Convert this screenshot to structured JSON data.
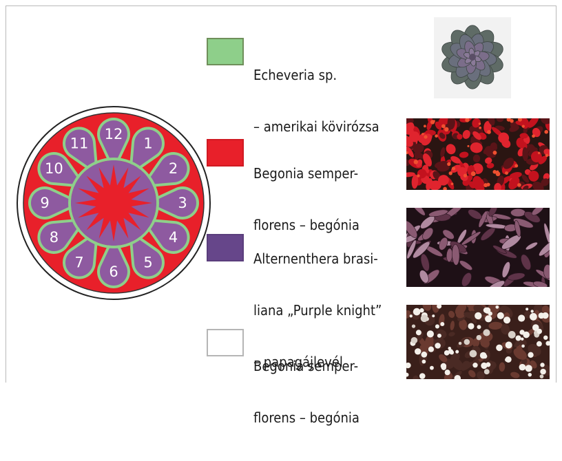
{
  "diagram": {
    "petal_numbers": [
      "1",
      "2",
      "3",
      "4",
      "5",
      "6",
      "7",
      "8",
      "9",
      "10",
      "11",
      "12"
    ]
  },
  "legend": [
    {
      "lines": [
        "Echeveria sp.",
        "– amerikai kövirózsa"
      ],
      "swatch_fill": "#8ecf8a",
      "swatch_border": "#6f8f5a",
      "photo_icon": "echeveria-photo"
    },
    {
      "lines": [
        "Begonia semper-",
        "florens – begónia"
      ],
      "swatch_fill": "#e8202a",
      "swatch_border": "#d01a22",
      "photo_icon": "red-begonia-photo"
    },
    {
      "lines": [
        "Alternenthera brasi-",
        "liana „Purple knight”",
        "– papagájlevél"
      ],
      "swatch_fill": "#66468a",
      "swatch_border": "#5a3e7c",
      "photo_icon": "alternanthera-photo"
    },
    {
      "lines": [
        "Begonia semper-",
        "florens – begónia"
      ],
      "swatch_fill": "#ffffff",
      "swatch_border": "#b5b5b5",
      "photo_icon": "white-begonia-photo"
    }
  ],
  "colors": {
    "green": "#8ecf8a",
    "red": "#e8202a",
    "purple": "#8e5aa0",
    "white": "#ffffff"
  }
}
